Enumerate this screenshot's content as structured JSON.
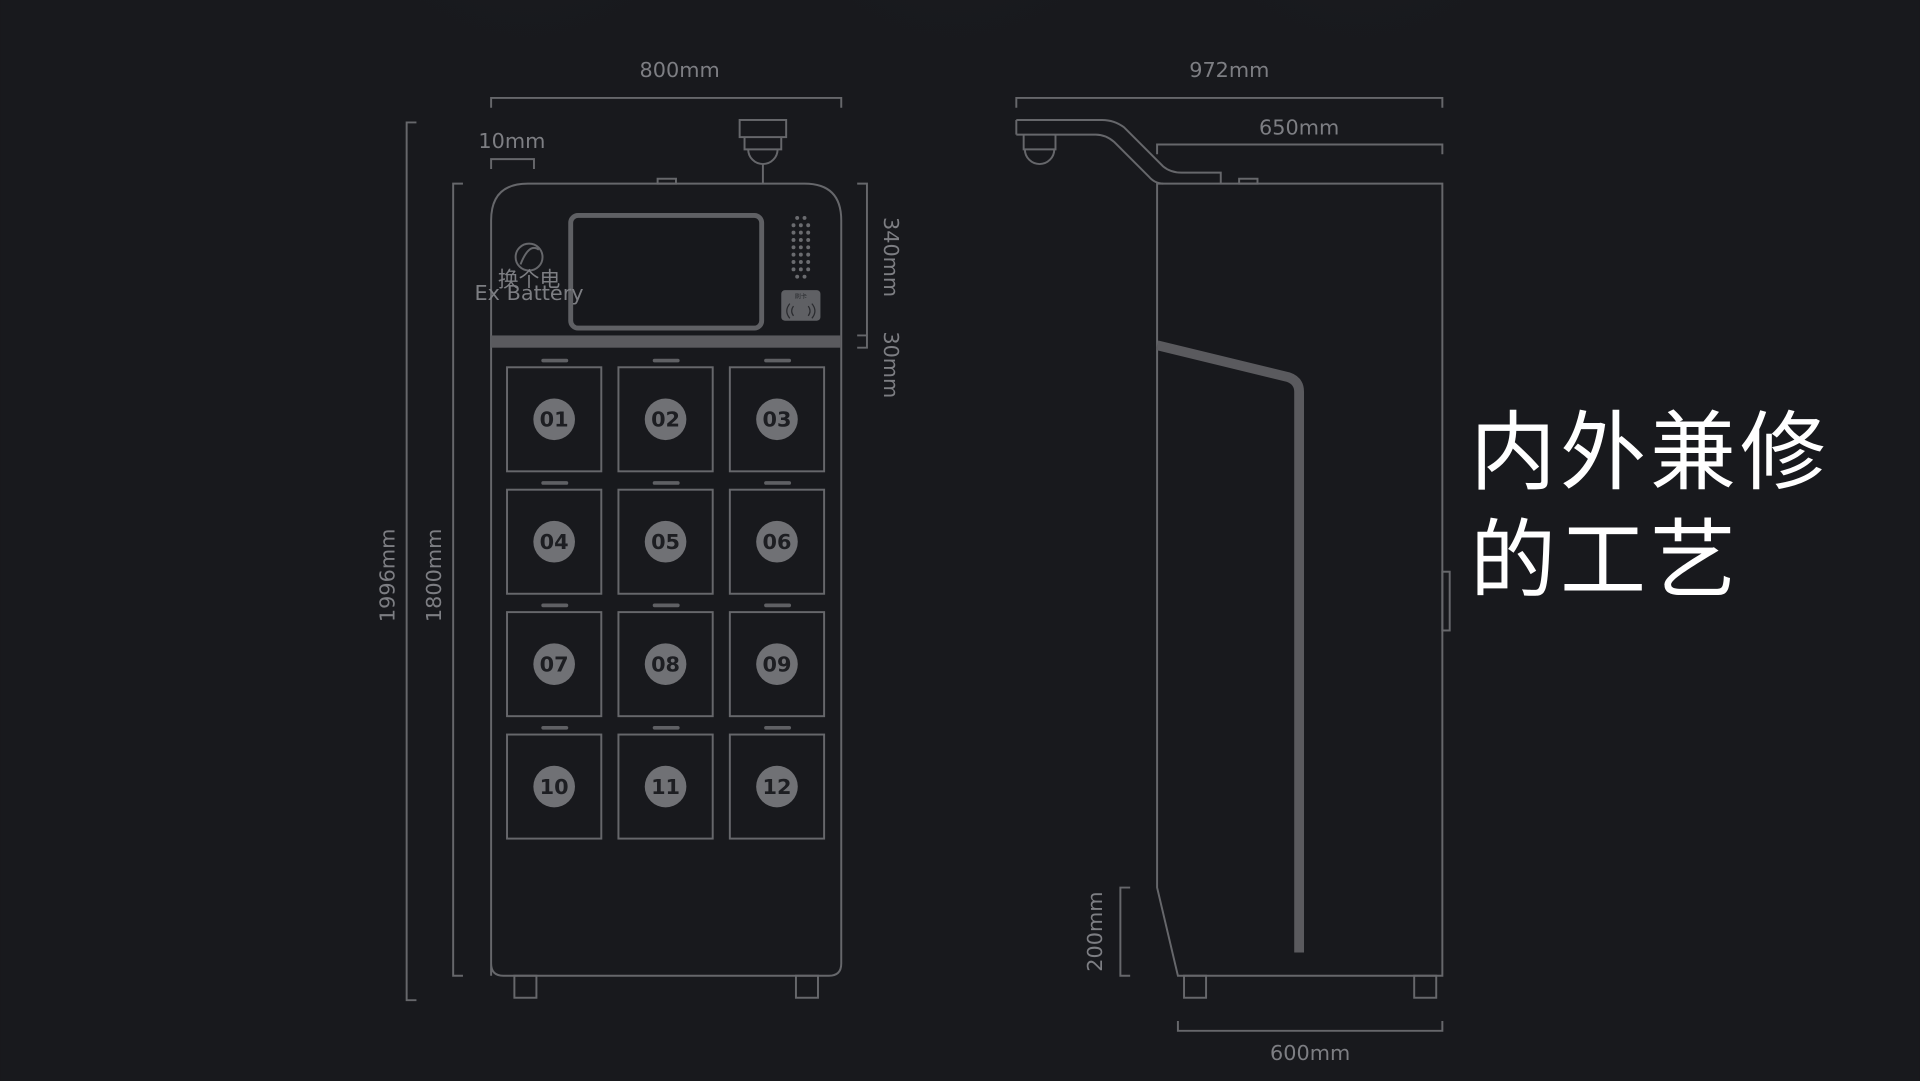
{
  "title": "内外兼修的工艺",
  "logo": {
    "cn": "换个电",
    "en": "Ex Battery"
  },
  "card_reader_label": "刷卡",
  "dimensions": {
    "front_width": "800mm",
    "side_margin": "10mm",
    "total_height": "1996mm",
    "body_height": "1800mm",
    "head_height": "340mm",
    "band_height": "30mm",
    "side_total_depth": "972mm",
    "side_top_depth": "650mm",
    "base_height": "200mm",
    "side_base_depth": "600mm"
  },
  "lockers": [
    "01",
    "02",
    "03",
    "04",
    "05",
    "06",
    "07",
    "08",
    "09",
    "10",
    "11",
    "12"
  ],
  "colors": {
    "background": "#18191d",
    "line": "#66676b",
    "fill": "#5a5a5e",
    "title": "#ffffff"
  }
}
